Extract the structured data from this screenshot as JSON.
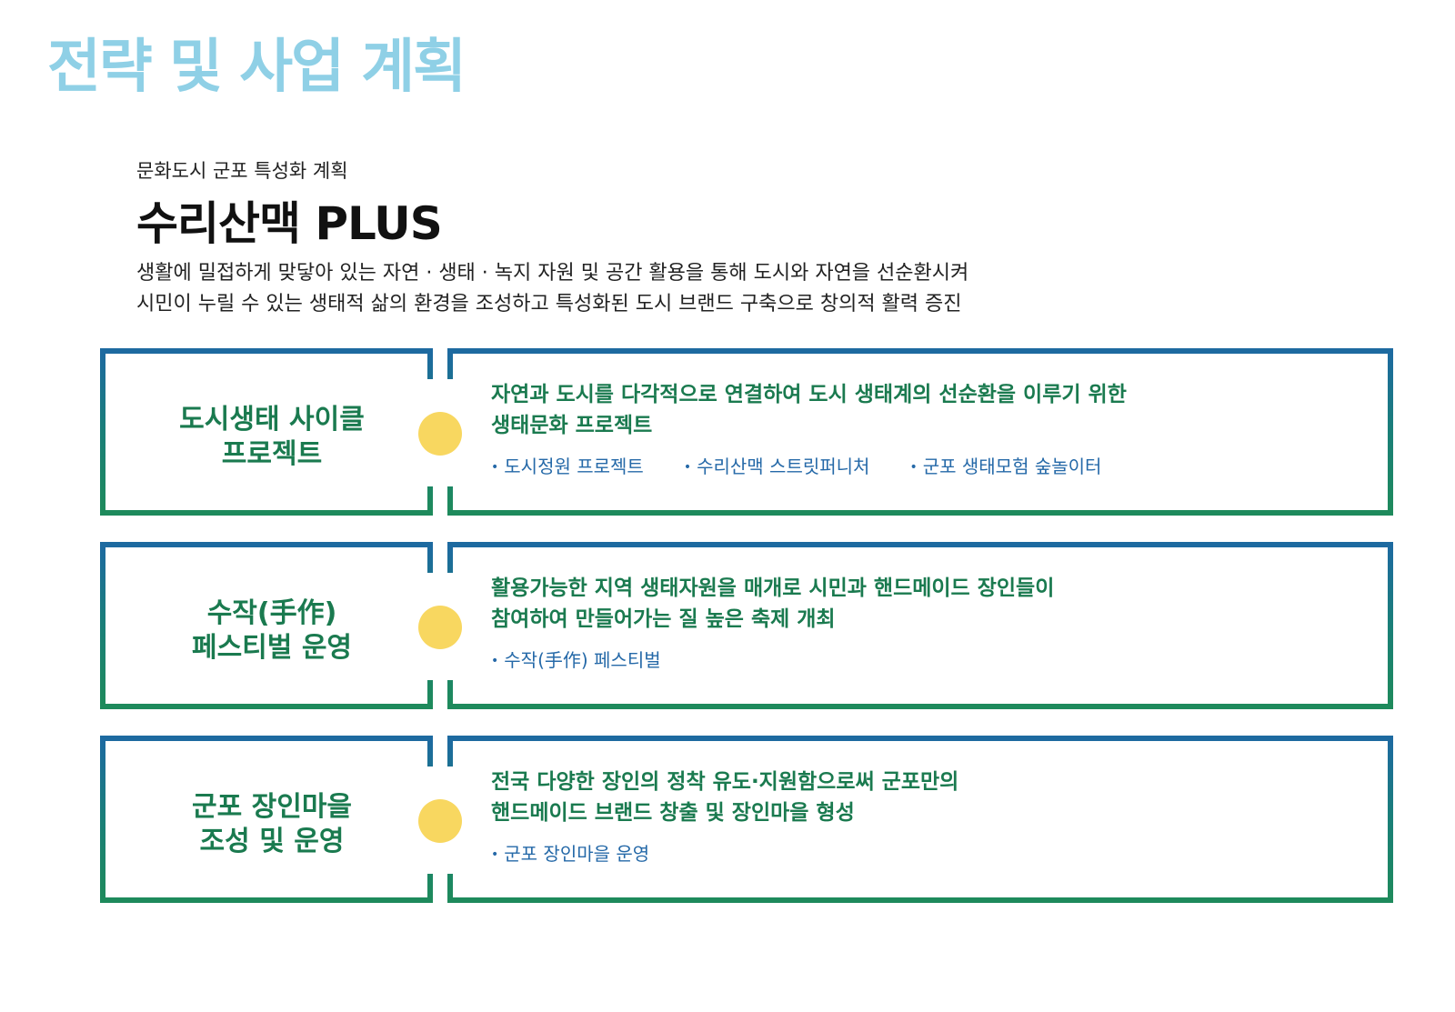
{
  "page": {
    "title": "전략 및 사업 계획"
  },
  "intro": {
    "subtitle": "문화도시 군포 특성화 계획",
    "title": "수리산맥 PLUS",
    "description": [
      "생활에 밀접하게 맞닿아 있는 자연 · 생태 · 녹지 자원 및 공간 활용을 통해 도시와 자연을 선순환시켜",
      "시민이 누릴 수 있는 생태적 삶의 환경을 조성하고 특성화된 도시 브랜드 구축으로 창의적 활력 증진"
    ]
  },
  "colors": {
    "title": "#8fd0e6",
    "border_top": "#1d6aa0",
    "border_bottom": "#1e8a5c",
    "label_text": "#1a7a4f",
    "item_text": "#2569a8",
    "dot": "#f8d760"
  },
  "strategies": [
    {
      "label": [
        "도시생태 사이클",
        "프로젝트"
      ],
      "description": [
        "자연과 도시를 다각적으로 연결하여 도시 생태계의 선순환을 이루기 위한",
        "생태문화 프로젝트"
      ],
      "items": [
        "도시정원 프로젝트",
        "수리산맥 스트릿퍼니처",
        "군포 생태모험 숲놀이터"
      ]
    },
    {
      "label": [
        "수작(手作)",
        "페스티벌 운영"
      ],
      "description": [
        "활용가능한 지역 생태자원을 매개로 시민과 핸드메이드 장인들이",
        "참여하여 만들어가는 질 높은 축제 개최"
      ],
      "items": [
        "수작(手作) 페스티벌"
      ]
    },
    {
      "label": [
        "군포 장인마을",
        "조성 및 운영"
      ],
      "description": [
        "전국 다양한 장인의 정착 유도·지원함으로써 군포만의",
        "핸드메이드 브랜드 창출 및 장인마을 형성"
      ],
      "items": [
        "군포 장인마을 운영"
      ]
    }
  ]
}
